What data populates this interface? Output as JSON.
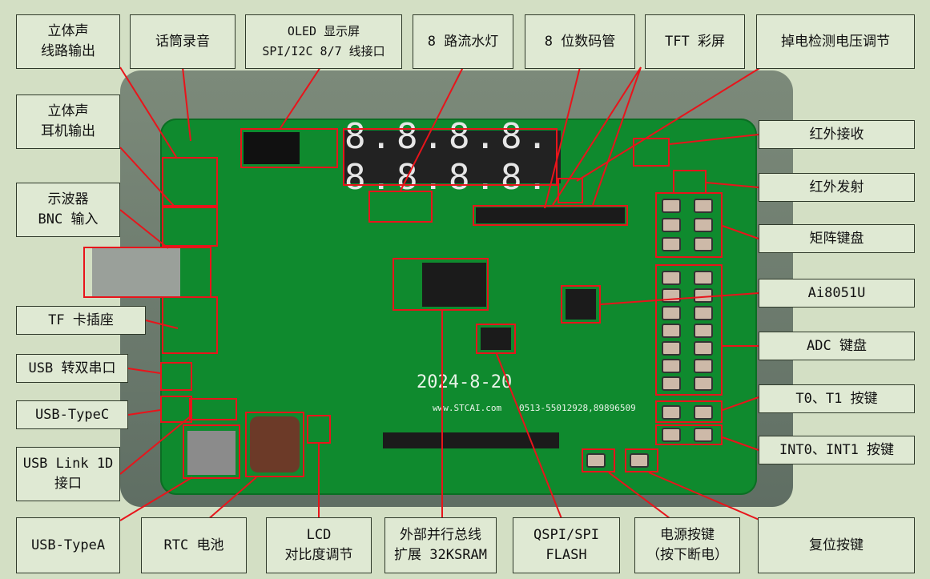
{
  "labels": {
    "stereo_line_out": "立体声\n线路输出",
    "mic_record": "话筒录音",
    "oled": "OLED 显示屏\nSPI/I2C 8/7 线接口",
    "led_8": "8 路流水灯",
    "seg_8": "8 位数码管",
    "tft": "TFT 彩屏",
    "brownout": "掉电检测电压调节",
    "headphone_out": "立体声\n耳机输出",
    "ir_rx": "红外接收",
    "ir_tx": "红外发射",
    "bnc": "示波器\nBNC 输入",
    "matrix_keypad": "矩阵键盘",
    "ai8051u": "Ai8051U",
    "tf_slot": "TF 卡插座",
    "adc_keypad": "ADC 键盘",
    "usb_dual_uart": "USB 转双串口",
    "t0_t1": "T0、T1 按键",
    "usb_typec": "USB-TypeC",
    "int0_int1": "INT0、INT1 按键",
    "usb_link": "USB Link 1D\n接口",
    "usb_typea": "USB-TypeA",
    "rtc_battery": "RTC 电池",
    "lcd_contrast": "LCD\n对比度调节",
    "parallel_sram": "外部并行总线\n扩展 32KSRAM",
    "qspi_flash": "QSPI/SPI\nFLASH",
    "power_key": "电源按键\n（按下断电）",
    "reset_key": "复位按键"
  },
  "board": {
    "title": "AI8051U 大学计划 实验箱 V1.2",
    "date": "2024-8-20",
    "site": "www.STCAI.com",
    "phone": "0513-55012928,89896509",
    "seg_text": "8.8.8.8.  8.8.8.8."
  }
}
